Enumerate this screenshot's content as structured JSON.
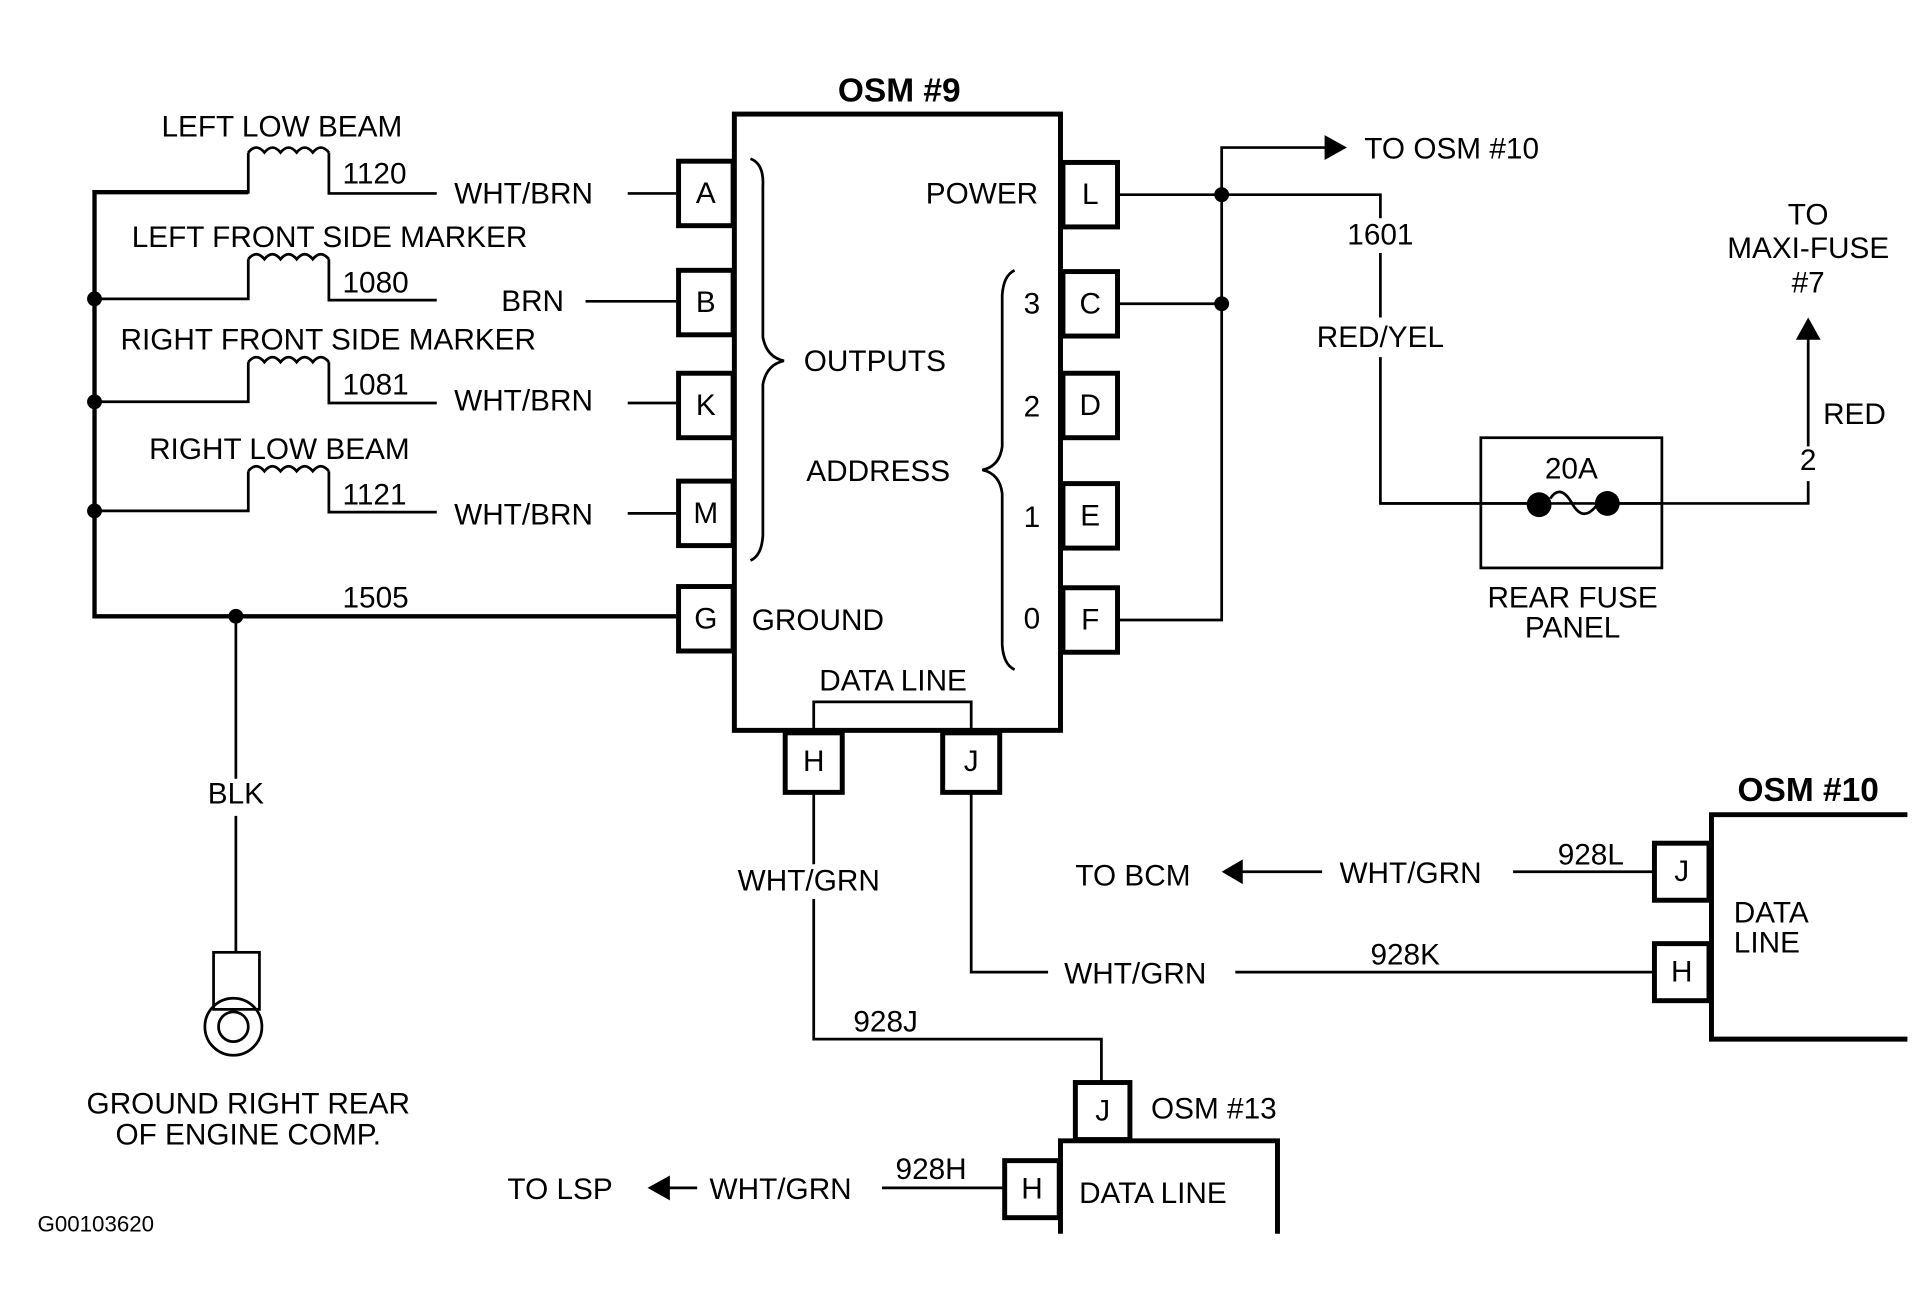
{
  "diagram_id": "G00103620",
  "osm9": {
    "title": "OSM #9",
    "power_label": "POWER",
    "outputs_label": "OUTPUTS",
    "address_label": "ADDRESS",
    "ground_label": "GROUND",
    "data_line_label": "DATA LINE",
    "address_bits": [
      "3",
      "2",
      "1",
      "0"
    ],
    "left_pins": [
      "A",
      "B",
      "K",
      "M",
      "G"
    ],
    "right_pins": [
      "L",
      "C",
      "D",
      "E",
      "F"
    ],
    "bottom_pins": [
      "H",
      "J"
    ]
  },
  "lamps": [
    {
      "name": "LEFT LOW BEAM",
      "circuit": "1120",
      "color": "WHT/BRN"
    },
    {
      "name": "LEFT FRONT SIDE MARKER",
      "circuit": "1080",
      "color": "BRN"
    },
    {
      "name": "RIGHT FRONT SIDE MARKER",
      "circuit": "1081",
      "color": "WHT/BRN"
    },
    {
      "name": "RIGHT LOW BEAM",
      "circuit": "1121",
      "color": "WHT/BRN"
    }
  ],
  "ground": {
    "circuit": "1505",
    "wire_color": "BLK",
    "location_line1": "GROUND RIGHT REAR",
    "location_line2": "OF ENGINE COMP."
  },
  "power": {
    "to_osm10": "TO OSM #10",
    "circuit": "1601",
    "wire_color": "RED/YEL",
    "fuse_rating": "20A",
    "fuse_panel_line1": "REAR FUSE",
    "fuse_panel_line2": "PANEL",
    "maxi_line1": "TO",
    "maxi_line2": "MAXI-FUSE",
    "maxi_line3": "#7",
    "maxi_wire_color": "RED",
    "maxi_circuit": "2"
  },
  "data_lines": {
    "h_wire_color": "WHT/GRN",
    "j_circuit": "928J",
    "k_circuit": "928K",
    "k_wire_color": "WHT/GRN",
    "l_circuit": "928L",
    "l_wire_color": "WHT/GRN",
    "to_bcm": "TO BCM",
    "h13_circuit": "928H",
    "h13_wire_color": "WHT/GRN",
    "to_lsp": "TO LSP"
  },
  "osm10": {
    "title": "OSM #10",
    "data_line1": "DATA",
    "data_line2": "LINE",
    "pins": [
      "J",
      "H"
    ]
  },
  "osm13": {
    "title": "OSM #13",
    "data_line": "DATA LINE",
    "pins": [
      "J",
      "H"
    ]
  }
}
